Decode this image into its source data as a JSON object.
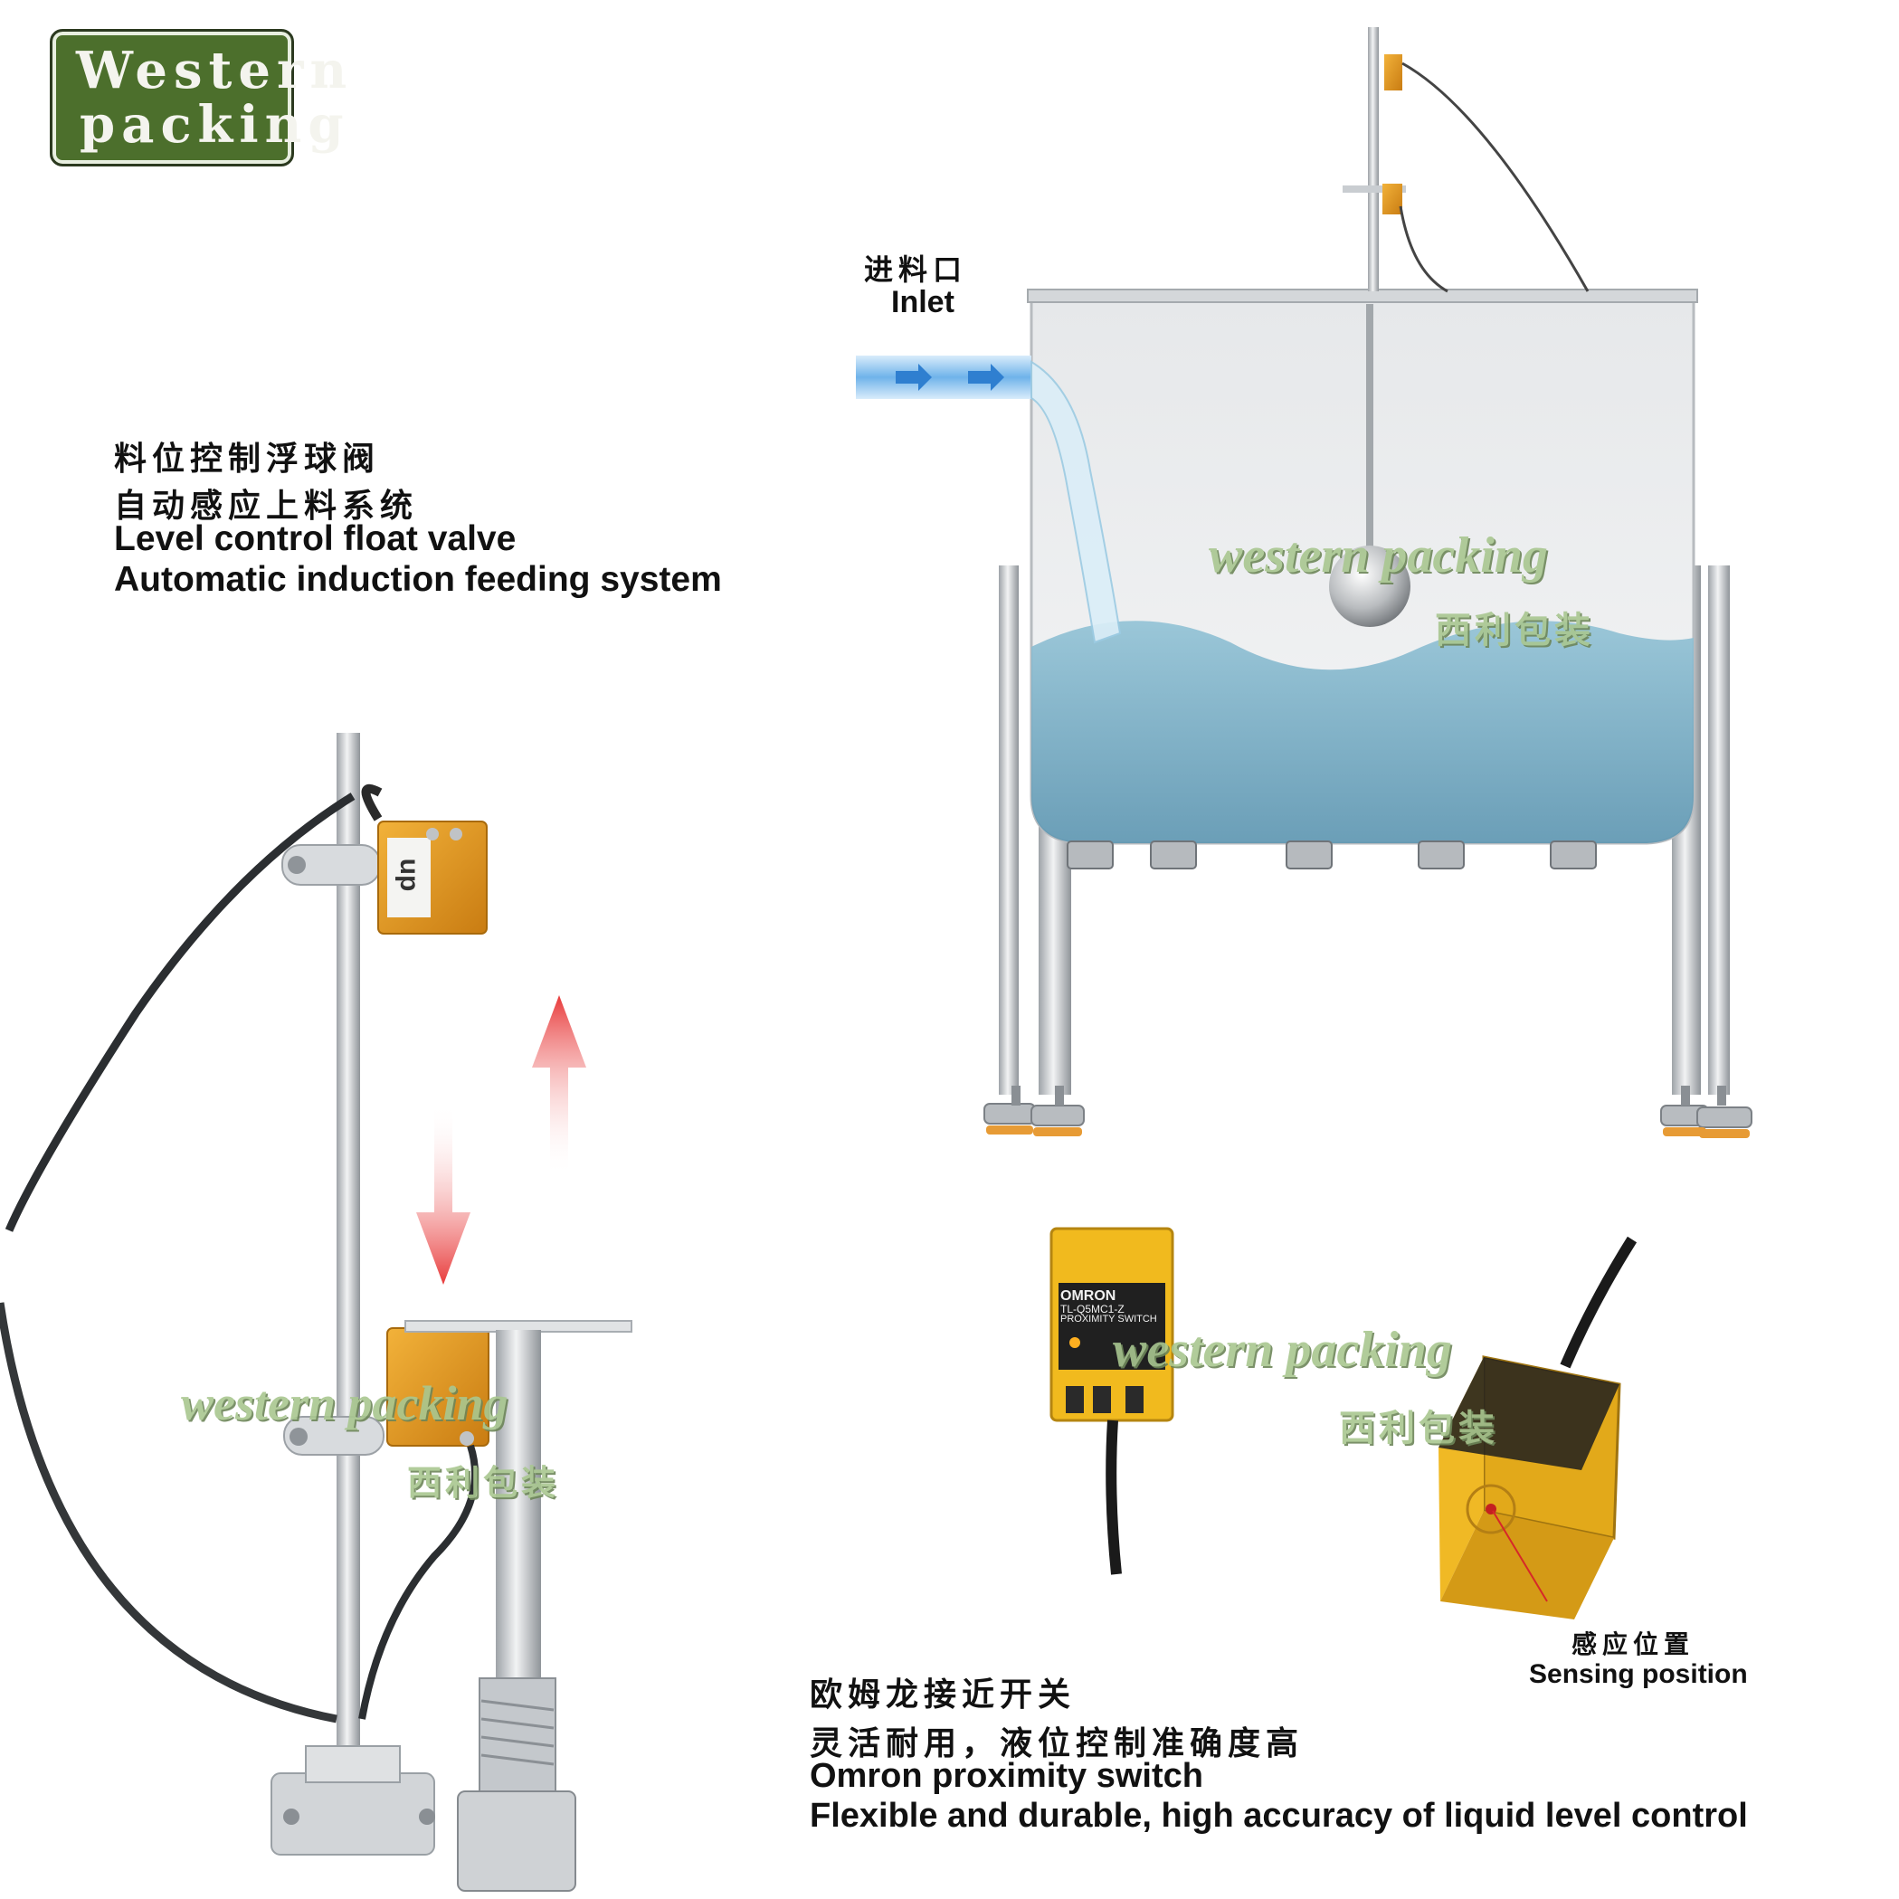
{
  "logo": {
    "line1": "Western",
    "line2": "packing"
  },
  "intro": {
    "cn_line1": "料位控制浮球阀",
    "cn_line2": "自动感应上料系统",
    "en_line1": "Level control float valve",
    "en_line2": "Automatic induction feeding system"
  },
  "inlet": {
    "cn": "进料口",
    "en": "Inlet"
  },
  "sensor_label": {
    "text": "up"
  },
  "omron": {
    "brand": "OMRON",
    "model": "TL-Q5MC1-Z",
    "type": "PROXIMITY SWITCH"
  },
  "sensing": {
    "cn": "感应位置",
    "en": "Sensing position"
  },
  "omron_desc": {
    "cn_line1": "欧姆龙接近开关",
    "cn_line2": "灵活耐用，液位控制准确度高",
    "en_line1": "Omron proximity switch",
    "en_line2": "Flexible and durable, high accuracy of liquid level control"
  },
  "watermark": {
    "en": "western packing",
    "cn": "西利包装"
  },
  "colors": {
    "logo_green": "#4c6f2c",
    "sensor_orange": "#e8a023",
    "water": "#7fb5cc",
    "steel": "#c9cdd1"
  }
}
